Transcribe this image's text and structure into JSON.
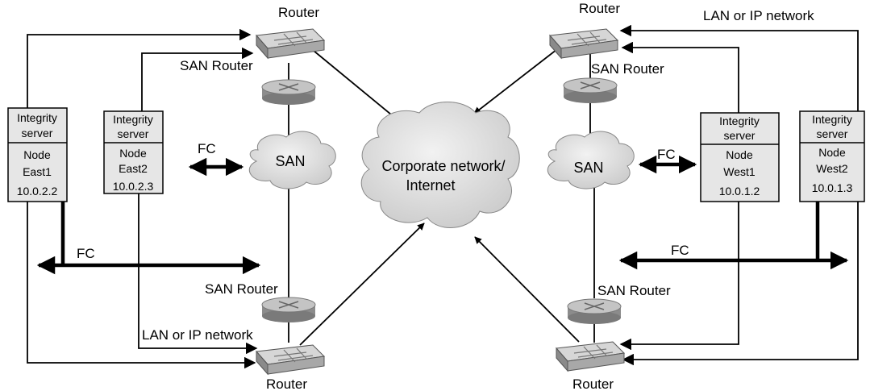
{
  "labels": {
    "router_top_left": "Router",
    "router_top_right": "Router",
    "router_bottom_left": "Router",
    "router_bottom_right": "Router",
    "san_router_top_left": "SAN Router",
    "san_router_top_right": "SAN Router",
    "san_router_bottom_left": "SAN Router",
    "san_router_bottom_right": "SAN Router",
    "lan_top_right": "LAN or IP network",
    "lan_bottom_left": "LAN or IP network",
    "fc_east_link": "FC",
    "fc_east_bus": "FC",
    "fc_west_link": "FC",
    "fc_west_bus": "FC"
  },
  "clouds": {
    "san_left": "SAN",
    "san_right": "SAN",
    "corporate_line1": "Corporate network/",
    "corporate_line2": "Internet"
  },
  "servers": [
    {
      "line1": "Integrity",
      "line2": "server",
      "node": "Node",
      "name": "East1",
      "ip": "10.0.2.2"
    },
    {
      "line1": "Integrity",
      "line2": "server",
      "node": "Node",
      "name": "East2",
      "ip": "10.0.2.3"
    },
    {
      "line1": "Integrity",
      "line2": "server",
      "node": "Node",
      "name": "West1",
      "ip": "10.0.1.2"
    },
    {
      "line1": "Integrity",
      "line2": "server",
      "node": "Node",
      "name": "West2",
      "ip": "10.0.1.3"
    }
  ],
  "colors": {
    "server_fill": "#e6e6e6",
    "cloud_fill": "#dcdcdc",
    "device_fill": "#bdbdbd",
    "line": "#000000"
  }
}
